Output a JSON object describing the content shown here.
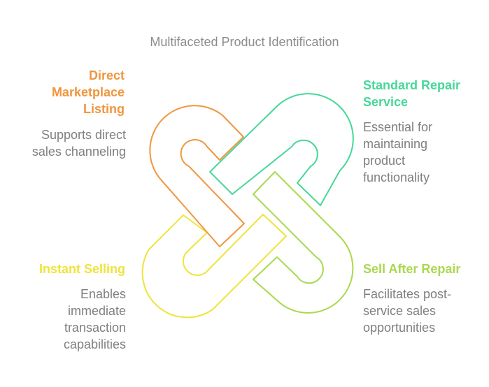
{
  "title": "Multifaceted Product Identification",
  "colors": {
    "orange": "#F0963E",
    "green": "#47D79A",
    "yellow": "#EEE43C",
    "lime": "#A9D94E",
    "text": "#7F7F7F",
    "title": "#8C8C8C"
  },
  "items": [
    {
      "heading": "Direct Marketplace Listing",
      "description": "Supports direct sales channeling",
      "color": "#F0963E"
    },
    {
      "heading": "Standard Repair Service",
      "description": "Essential for maintaining product functionality",
      "color": "#47D79A"
    },
    {
      "heading": "Instant Selling",
      "description": "Enables immediate transaction capabilities",
      "color": "#EEE43C"
    },
    {
      "heading": "Sell After Repair",
      "description": "Facilitates post-service sales opportunities",
      "color": "#A9D94E"
    }
  ]
}
